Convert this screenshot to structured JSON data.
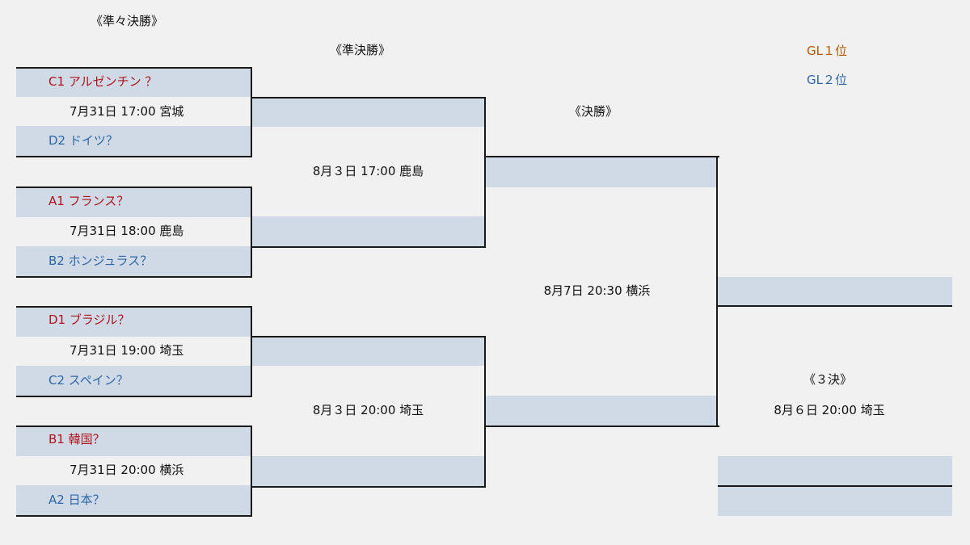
{
  "headers": {
    "quarterfinal": "《準々決勝》",
    "semifinal": "《準決勝》",
    "final": "《決勝》",
    "third_place": "《３決》"
  },
  "legend": {
    "first": "GL１位",
    "second": "GL２位"
  },
  "quarterfinals": [
    {
      "top": "C1 アルゼンチン ？",
      "info": "7月31日 17:00 宮城",
      "bottom": "D2 ドイツ？"
    },
    {
      "top": "A1 フランス？",
      "info": "7月31日 18:00 鹿島",
      "bottom": "B2 ホンジュラス？"
    },
    {
      "top": "D1 ブラジル？",
      "info": "7月31日 19:00 埼玉",
      "bottom": "C2 スペイン？"
    },
    {
      "top": "B1 韓国？",
      "info": "7月31日 20:00 横浜",
      "bottom": "A2 日本？"
    }
  ],
  "semifinals": [
    {
      "info": "8月３日 17:00 鹿島"
    },
    {
      "info": "8月３日 20:00 埼玉"
    }
  ],
  "final": {
    "info": "8月7日 20:30 横浜"
  },
  "third_place": {
    "info": "8月６日 20:00 埼玉"
  },
  "colors": {
    "slot_fill": "#cfdae6",
    "group_first": "#b0121b",
    "group_second": "#2f66a8",
    "legend_first": "#b35a00",
    "line": "#1a1a1a"
  }
}
